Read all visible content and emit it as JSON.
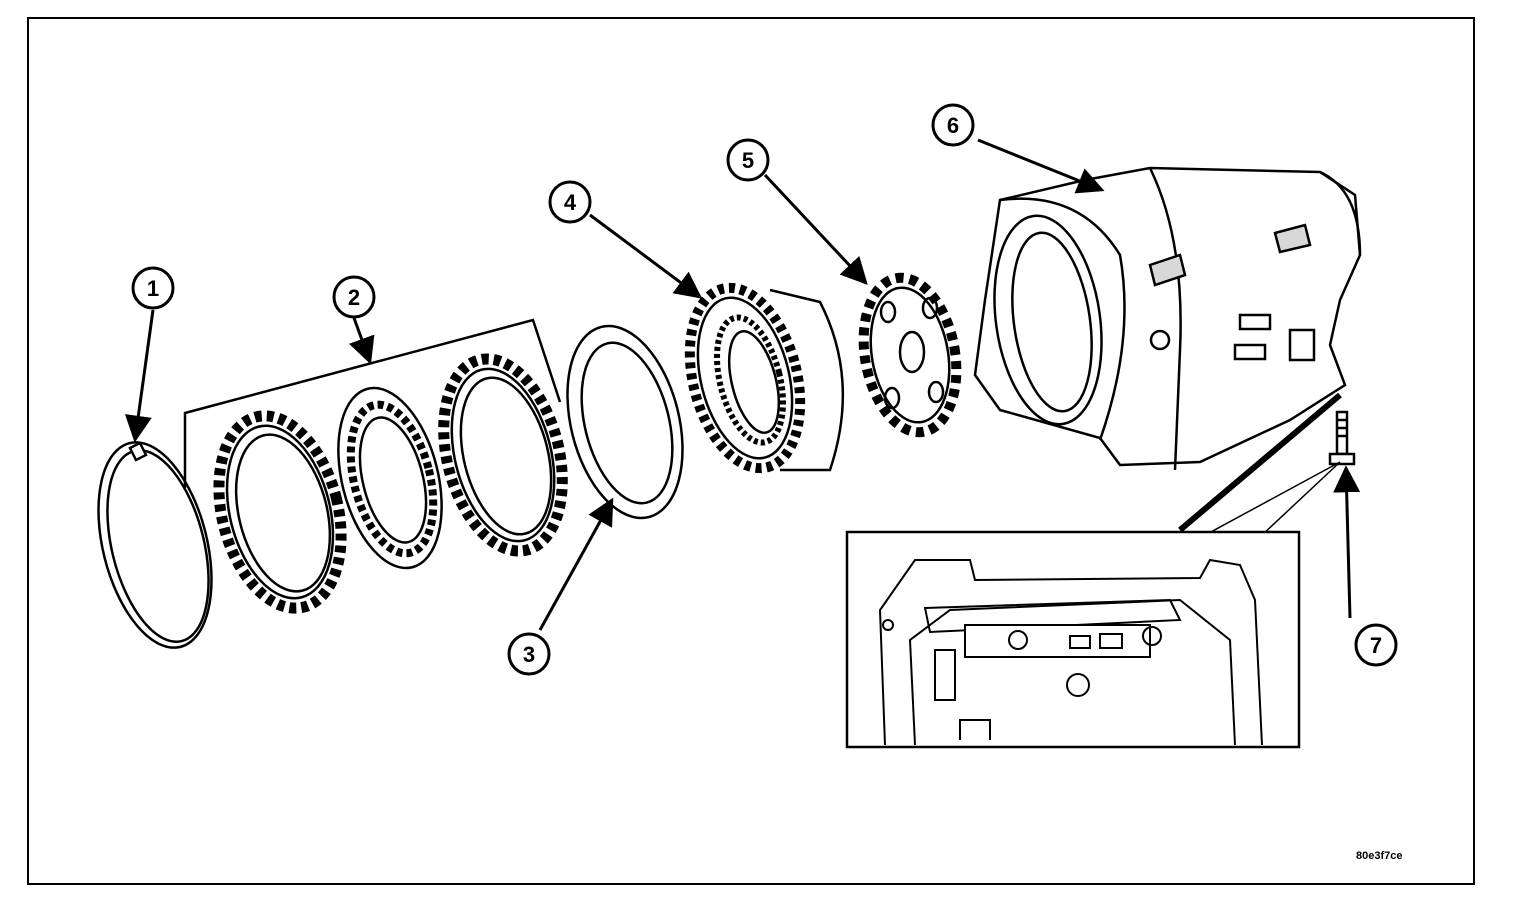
{
  "figure_id": "80e3f7ce",
  "callouts": [
    {
      "label": "1"
    },
    {
      "label": "2"
    },
    {
      "label": "3"
    },
    {
      "label": "4"
    },
    {
      "label": "5"
    },
    {
      "label": "6"
    },
    {
      "label": "7"
    }
  ],
  "colors": {
    "line": "#000000",
    "background": "#ffffff",
    "shade": "#d8d8d8"
  }
}
